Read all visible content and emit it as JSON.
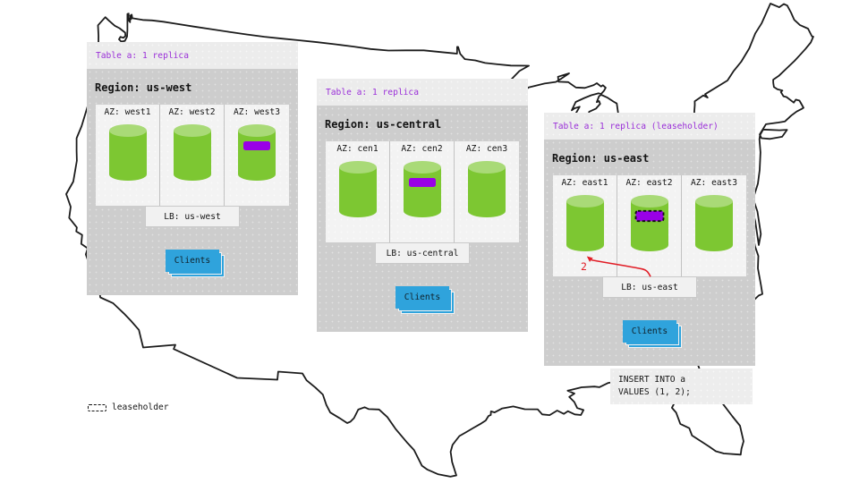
{
  "map": {
    "name": "united-states-outline",
    "stroke_color": "#1c1c1c"
  },
  "legend": {
    "label": "leaseholder"
  },
  "annotation": {
    "step_label": "2",
    "color": "#e11d26"
  },
  "colors": {
    "panel_header_bg": "#ececec",
    "panel_body_bg": "#cdcdcd",
    "header_text": "#9a2fd8",
    "cylinder_body": "#7dc732",
    "cylinder_top": "#a9da77",
    "replica_chip": "#9900e6",
    "clients_blue": "#2fa3dc"
  },
  "panels": [
    {
      "id": "us-west",
      "header": "Table a: 1 replica",
      "region_title": "Region: us-west",
      "azs": [
        {
          "label": "AZ: west1",
          "replica": false,
          "leaseholder": false
        },
        {
          "label": "AZ: west2",
          "replica": false,
          "leaseholder": false
        },
        {
          "label": "AZ: west3",
          "replica": true,
          "leaseholder": false
        }
      ],
      "lb_label": "LB: us-west",
      "clients_label": "Clients"
    },
    {
      "id": "us-central",
      "header": "Table a: 1 replica",
      "region_title": "Region: us-central",
      "azs": [
        {
          "label": "AZ: cen1",
          "replica": false,
          "leaseholder": false
        },
        {
          "label": "AZ: cen2",
          "replica": true,
          "leaseholder": false
        },
        {
          "label": "AZ: cen3",
          "replica": false,
          "leaseholder": false
        }
      ],
      "lb_label": "LB: us-central",
      "clients_label": "Clients"
    },
    {
      "id": "us-east",
      "header": "Table a: 1 replica (leaseholder)",
      "region_title": "Region: us-east",
      "azs": [
        {
          "label": "AZ: east1",
          "replica": false,
          "leaseholder": false
        },
        {
          "label": "AZ: east2",
          "replica": true,
          "leaseholder": true
        },
        {
          "label": "AZ: east3",
          "replica": false,
          "leaseholder": false
        }
      ],
      "lb_label": "LB: us-east",
      "clients_label": "Clients",
      "sql_line1": "INSERT INTO a",
      "sql_line2": "VALUES (1, 2);"
    }
  ]
}
